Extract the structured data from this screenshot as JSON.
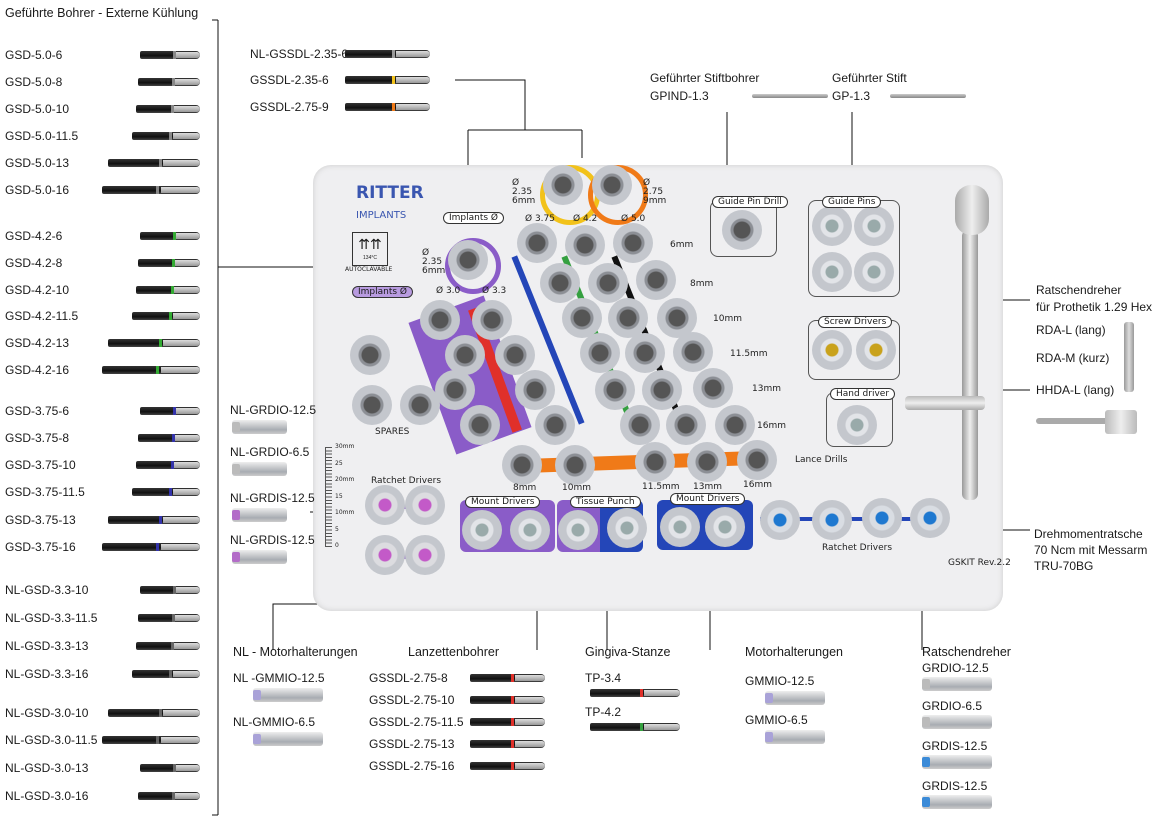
{
  "title": "Geführte Bohrer - Externe Kühlung",
  "left_drills": [
    "GSD-5.0-6",
    "GSD-5.0-8",
    "GSD-5.0-10",
    "GSD-5.0-11.5",
    "GSD-5.0-13",
    "GSD-5.0-16",
    "GSD-4.2-6",
    "GSD-4.2-8",
    "GSD-4.2-10",
    "GSD-4.2-11.5",
    "GSD-4.2-13",
    "GSD-4.2-16",
    "GSD-3.75-6",
    "GSD-3.75-8",
    "GSD-3.75-10",
    "GSD-3.75-11.5",
    "GSD-3.75-13",
    "GSD-3.75-16",
    "NL-GSD-3.3-10",
    "NL-GSD-3.3-11.5",
    "NL-GSD-3.3-13",
    "NL-GSD-3.3-16",
    "NL-GSD-3.0-10",
    "NL-GSD-3.0-11.5",
    "NL-GSD-3.0-13",
    "NL-GSD-3.0-16"
  ],
  "top_drills": [
    "NL-GSSDL-2.35-6",
    "GSSDL-2.35-6",
    "GSSDL-2.75-9"
  ],
  "guide_pin_drill": {
    "title": "Geführter Stiftbohrer",
    "code": "GPIND-1.3"
  },
  "guide_pin": {
    "title": "Geführter Stift",
    "code": "GP-1.3"
  },
  "prosthetic_ratchet": {
    "title1": "Ratschendreher",
    "title2": "für Prothetik 1.29 Hex",
    "items": [
      "RDA-L (lang)",
      "RDA-M (kurz)",
      "HHDA-L (lang)"
    ]
  },
  "torque_ratchet": {
    "line1": "Drehmomentratsche",
    "line2": "70 Ncm mit Messarm",
    "line3": "TRU-70BG"
  },
  "nl_ratchet_drivers": [
    "NL-GRDIO-12.5",
    "NL-GRDIO-6.5",
    "NL-GRDIS-12.5",
    "NL-GRDIS-12.5"
  ],
  "bottom": {
    "nl_mount": {
      "title": "NL - Motorhalterungen",
      "items": [
        "NL -GMMIO-12.5",
        "NL-GMMIO-6.5"
      ]
    },
    "lance": {
      "title": "Lanzettenbohrer",
      "items": [
        "GSSDL-2.75-8",
        "GSSDL-2.75-10",
        "GSSDL-2.75-11.5",
        "GSSDL-2.75-13",
        "GSSDL-2.75-16"
      ]
    },
    "punch": {
      "title": "Gingiva-Stanze",
      "items": [
        "TP-3.4",
        "TP-4.2"
      ]
    },
    "mount": {
      "title": "Motorhalterungen",
      "items": [
        "GMMIO-12.5",
        "GMMIO-6.5"
      ]
    },
    "ratchet": {
      "title": "Ratschendreher",
      "items": [
        "GRDIO-12.5",
        "GRDIO-6.5",
        "GRDIS-12.5",
        "GRDIS-12.5"
      ]
    }
  },
  "tray": {
    "brand": "RITTER",
    "brand_sub": "IMPLANTS",
    "autoclave": "AUTOCLAVABLE",
    "autoclave_temp": "134°C",
    "implants_label": "Implants Ø",
    "implants_large": [
      "Ø 3.75",
      "Ø 4.2",
      "Ø 5.0"
    ],
    "implants_small": [
      "Ø 3.0",
      "Ø 3.3"
    ],
    "top_socket_left": [
      "Ø",
      "2.35",
      "6mm"
    ],
    "top_socket_right": [
      "Ø",
      "2.75",
      "9mm"
    ],
    "purple_socket": [
      "Ø",
      "2.35",
      "6mm"
    ],
    "lengths": [
      "6mm",
      "8mm",
      "10mm",
      "11.5mm",
      "13mm",
      "16mm"
    ],
    "lance_label": "Lance Drills",
    "lance_lengths": [
      "8mm",
      "10mm",
      "11.5mm",
      "13mm",
      "16mm"
    ],
    "spares": "SPARES",
    "ratchet_drivers": "Ratchet Drivers",
    "mount_drivers": "Mount Drivers",
    "tissue_punch": "Tissue Punch",
    "guide_pin_drill": "Guide Pin Drill",
    "guide_pins": "Guide Pins",
    "screw_drivers": "Screw Drivers",
    "hand_driver": "Hand driver",
    "revision": "GSKIT Rev.2.2",
    "ruler": [
      "30mm",
      "25",
      "20mm",
      "15",
      "10mm",
      "5",
      "0"
    ]
  },
  "colors": {
    "purple": "#8a5cc8",
    "blue": "#2446b8",
    "green": "#35a040",
    "orange": "#f07a18",
    "yellow": "#f2c21a",
    "red": "#e0302a"
  }
}
